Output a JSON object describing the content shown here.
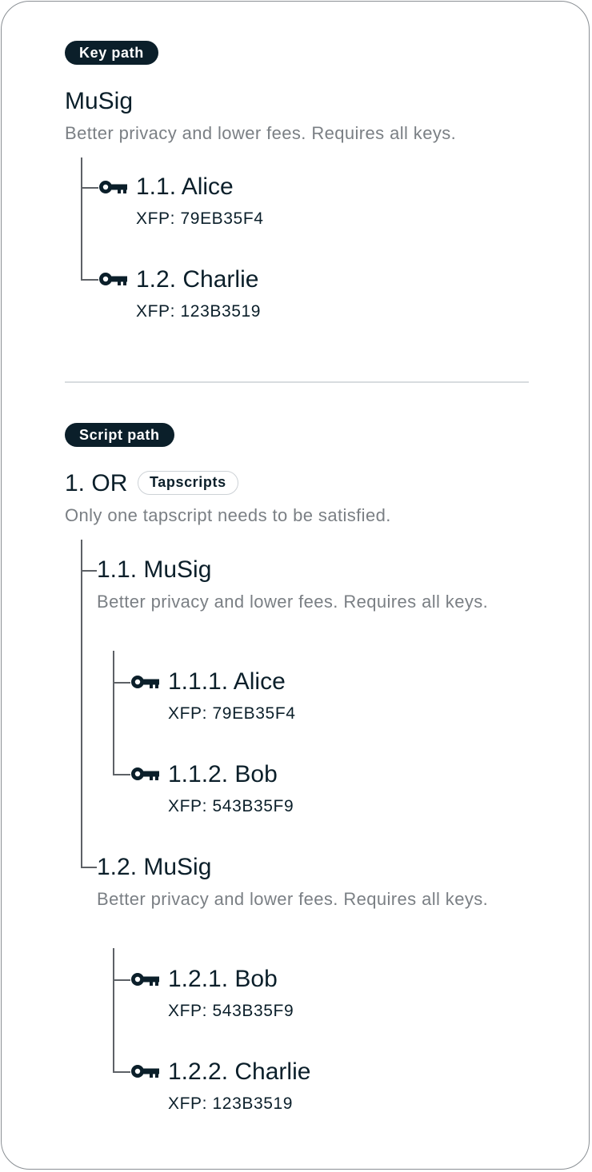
{
  "key_path": {
    "badge": "Key path",
    "title": "MuSig",
    "description": "Better privacy and lower fees. Requires all keys.",
    "keys": [
      {
        "name": "1.1. Alice",
        "xfp": "XFP: 79EB35F4",
        "icon": "key-icon"
      },
      {
        "name": "1.2. Charlie",
        "xfp": "XFP: 123B3519",
        "icon": "key-icon"
      }
    ]
  },
  "script_path": {
    "badge": "Script path",
    "title": "1. OR",
    "tag": "Tapscripts",
    "description": "Only one tapscript needs to be satisfied.",
    "branches": [
      {
        "title": "1.1. MuSig",
        "description": "Better privacy and lower fees. Requires all keys.",
        "keys": [
          {
            "name": "1.1.1. Alice",
            "xfp": "XFP: 79EB35F4",
            "icon": "key-icon"
          },
          {
            "name": "1.1.2. Bob",
            "xfp": "XFP: 543B35F9",
            "icon": "key-icon"
          }
        ]
      },
      {
        "title": "1.2. MuSig",
        "description": "Better privacy and lower fees. Requires all keys.",
        "keys": [
          {
            "name": "1.2.1. Bob",
            "xfp": "XFP: 543B35F9",
            "icon": "key-icon"
          },
          {
            "name": "1.2.2. Charlie",
            "xfp": "XFP: 123B3519",
            "icon": "key-icon"
          }
        ]
      }
    ]
  },
  "colors": {
    "primary": "#0b1f2a",
    "muted": "#7a7f84",
    "line": "#5d6166",
    "divider": "#d8dcdf"
  }
}
